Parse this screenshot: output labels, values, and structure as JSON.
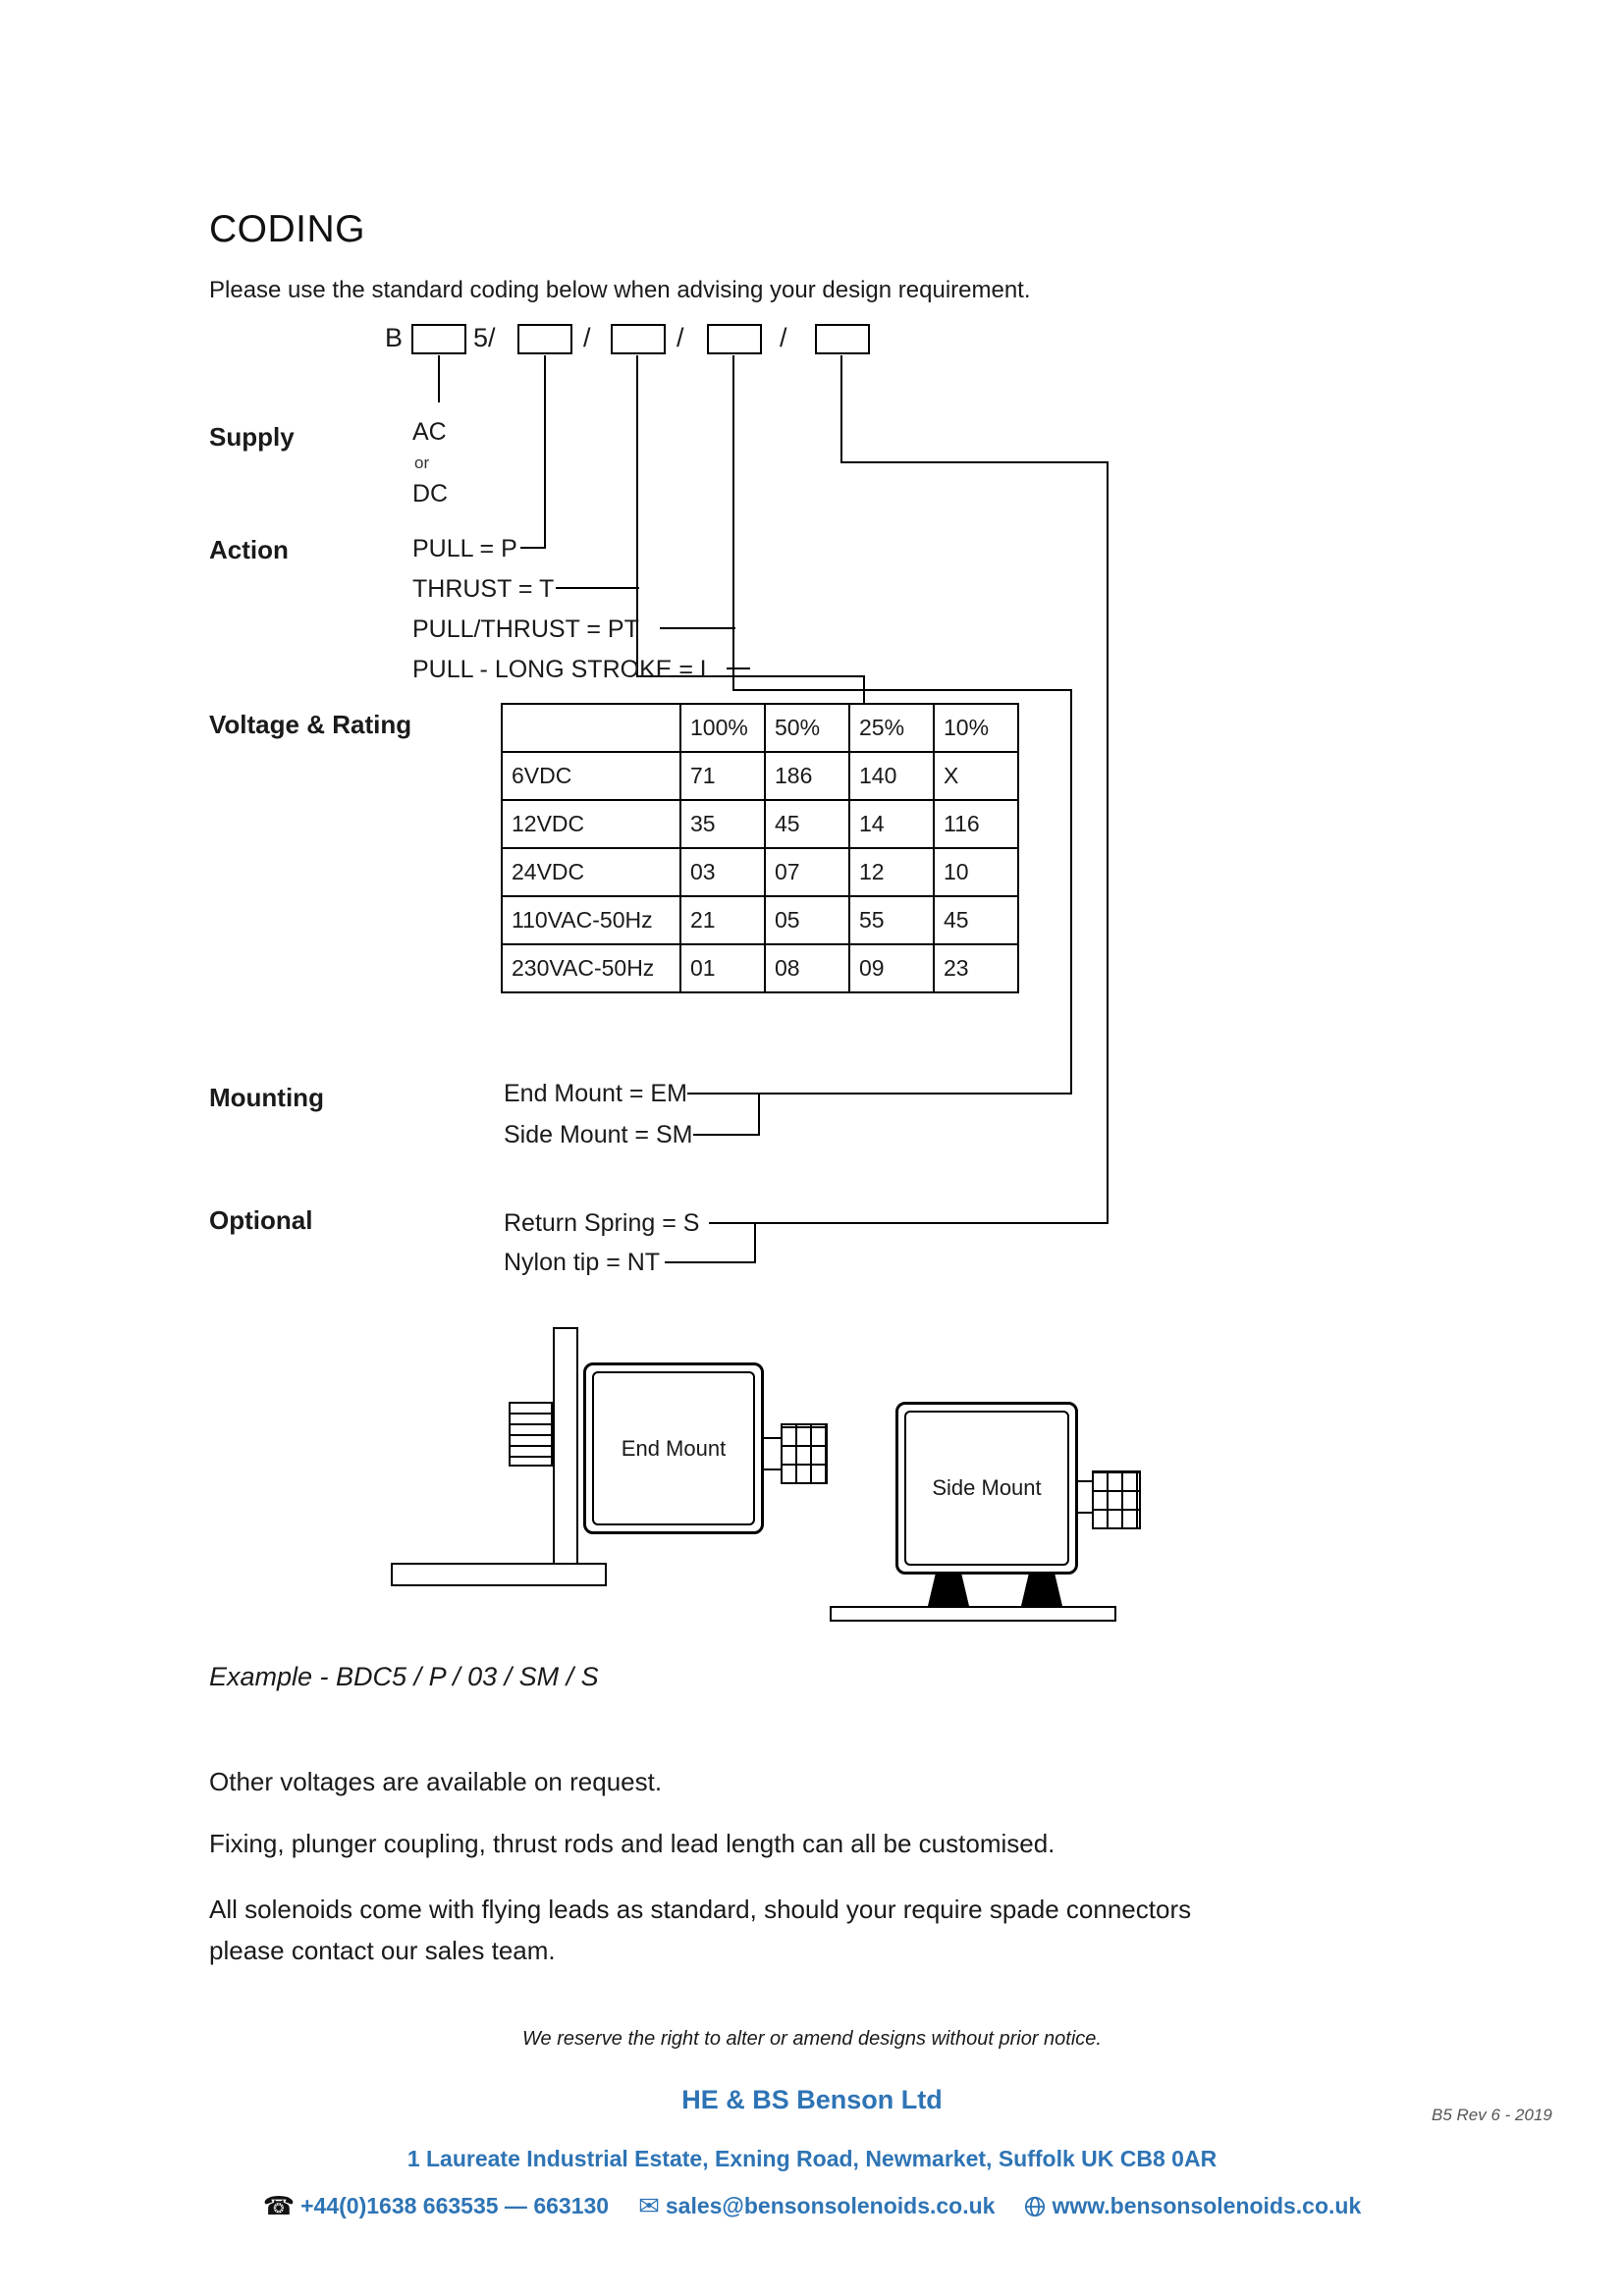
{
  "document": {
    "title": "CODING",
    "intro": "Please use the standard coding below when advising your design requirement."
  },
  "code": {
    "prefix": "B",
    "series": "5/",
    "slash": "/"
  },
  "supply": {
    "label": "Supply",
    "options": [
      "AC",
      "or",
      "DC"
    ]
  },
  "action": {
    "label": "Action",
    "options": [
      "PULL = P",
      "THRUST = T",
      "PULL/THRUST = PT",
      "PULL - LONG STROKE = L"
    ]
  },
  "voltage": {
    "label": "Voltage & Rating",
    "table": {
      "type": "table",
      "columns": [
        "",
        "100%",
        "50%",
        "25%",
        "10%"
      ],
      "rows": [
        {
          "label": "6VDC",
          "values": [
            "71",
            "186",
            "140",
            "X"
          ]
        },
        {
          "label": "12VDC",
          "values": [
            "35",
            "45",
            "14",
            "116"
          ]
        },
        {
          "label": "24VDC",
          "values": [
            "03",
            "07",
            "12",
            "10"
          ]
        },
        {
          "label": "110VAC-50Hz",
          "values": [
            "21",
            "05",
            "55",
            "45"
          ]
        },
        {
          "label": "230VAC-50Hz",
          "values": [
            "01",
            "08",
            "09",
            "23"
          ]
        }
      ]
    }
  },
  "mounting": {
    "label": "Mounting",
    "options": [
      "End Mount = EM",
      "Side Mount = SM"
    ]
  },
  "optional": {
    "label": "Optional",
    "options": [
      "Return Spring = S",
      "Nylon tip = NT"
    ]
  },
  "diagrams": {
    "end_mount": "End Mount",
    "side_mount": "Side Mount"
  },
  "example": "Example - BDC5 / P / 03 / SM / S",
  "notes": [
    "Other voltages are available on request.",
    "Fixing, plunger coupling, thrust rods and lead length can all be customised.",
    "All solenoids come with flying leads as standard, should your require spade connectors please contact our sales team."
  ],
  "disclaimer": "We reserve the right to alter or amend designs without prior notice.",
  "footer": {
    "company": "HE & BS Benson Ltd",
    "revision": "B5 Rev 6 - 2019",
    "address": "1 Laureate Industrial Estate, Exning Road, Newmarket, Suffolk UK CB8 0AR",
    "phone": "+44(0)1638 663535 — 663130",
    "email": "sales@bensonsolenoids.co.uk",
    "website": "www.bensonsolenoids.co.uk",
    "accent_color": "#2e74b5"
  }
}
